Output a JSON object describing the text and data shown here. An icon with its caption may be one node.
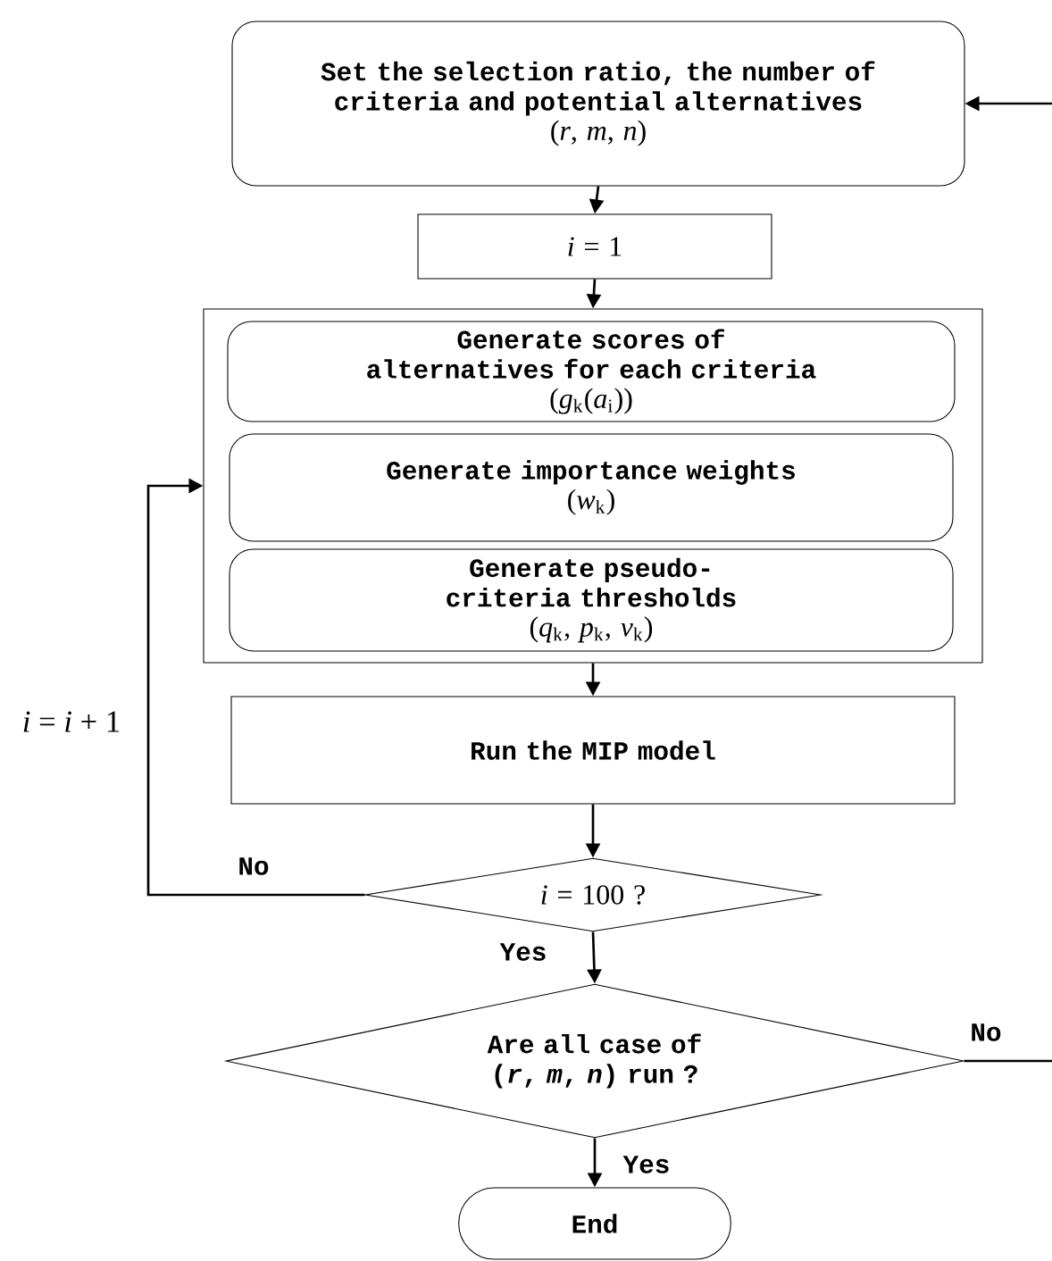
{
  "diagram": {
    "nodes": [
      {
        "text": [
          "Set the selection ratio, the number of criteria and potential alternatives",
          "(*r*, *m*, *n*)"
        ]
      },
      {
        "text": [
          "*i* = 1"
        ]
      },
      {
        "text": [],
        "shape": "box"
      },
      {
        "text": [
          "Generate scores of alternatives for each criteria",
          "(*g*$_{k}$(*a*$_{i}$))"
        ],
        "in": 2
      },
      {
        "text": [
          "Generate importance weights",
          "(*w*$_{k}$)"
        ],
        "in": 2
      },
      {
        "text": [
          "Generate pseudo-criteria thresholds",
          "(*q*$_{k}$, *p*$_{k}$, *v*$_{k}$)"
        ],
        "in": 2
      },
      {
        "text": [
          "Run the MIP model"
        ]
      },
      {
        "text": [
          "*i* = 100 ?"
        ]
      },
      {
        "text": [
          "Are all case of (*r*, *m*, *n*) run ?"
        ]
      },
      {
        "text": [
          "End"
        ]
      }
    ],
    "edges": [
      {
        "from": 0,
        "to": 1,
        "arrow": "to"
      },
      {
        "from": 1,
        "to": 2,
        "arrow": "to"
      },
      {
        "from": 2,
        "to": 6,
        "arrow": "to"
      },
      {
        "from": 6,
        "to": 7,
        "arrow": "to"
      },
      {
        "from": 7,
        "to": 8,
        "arrow": "to",
        "label": "Yes"
      },
      {
        "from": 7,
        "to": 2,
        "arrow": "to",
        "label": "No"
      },
      {
        "from": 8,
        "to": 9,
        "arrow": "to",
        "label": "Yes"
      },
      {
        "from": 8,
        "to": null,
        "arrow": "none",
        "label": "No"
      },
      {
        "from": null,
        "to": 0,
        "arrow": "to"
      }
    ],
    "labels": [
      "*i* = *i* + 1"
    ]
  }
}
